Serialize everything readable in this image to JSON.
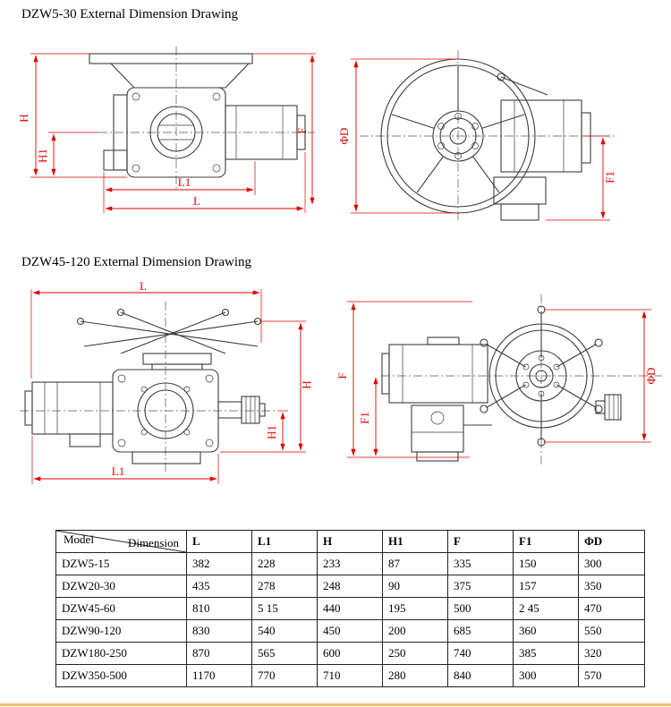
{
  "titles": {
    "section1": "DZW5-30 External Dimension Drawing",
    "section2": "DZW45-120 External Dimension Drawing"
  },
  "dim_labels": {
    "H": "H",
    "H1": "H1",
    "L": "L",
    "L1": "L1",
    "F": "F",
    "F1": "F1",
    "phiD": "ΦD"
  },
  "colors": {
    "dimension_red": "#e00000",
    "drawing_line": "#3c3c3c"
  },
  "table": {
    "corner_top": "Dimension",
    "corner_bottom": "Model",
    "columns": [
      "L",
      "L1",
      "H",
      "H1",
      "F",
      "F1",
      "ΦD"
    ],
    "rows": [
      {
        "model": "DZW5-15",
        "values": [
          "382",
          "228",
          "233",
          "87",
          "335",
          "150",
          "300"
        ]
      },
      {
        "model": "DZW20-30",
        "values": [
          "435",
          "278",
          "248",
          "90",
          "375",
          "157",
          "350"
        ]
      },
      {
        "model": "DZW45-60",
        "values": [
          "810",
          "5 15",
          "440",
          "195",
          "500",
          "2 45",
          "470"
        ]
      },
      {
        "model": "DZW90-120",
        "values": [
          "830",
          "540",
          "450",
          "200",
          "685",
          "360",
          "550"
        ]
      },
      {
        "model": "DZW180-250",
        "values": [
          "870",
          "565",
          "600",
          "250",
          "740",
          "385",
          "320"
        ]
      },
      {
        "model": "DZW350-500",
        "values": [
          "1170",
          "770",
          "710",
          "280",
          "840",
          "300",
          "570"
        ]
      }
    ]
  }
}
